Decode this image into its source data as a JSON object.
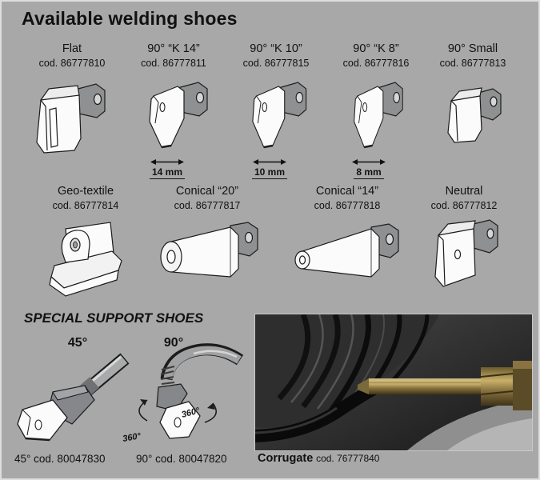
{
  "page": {
    "title": "Available welding shoes",
    "background_color": "#a8a8a8",
    "text_color": "#111111"
  },
  "row1": [
    {
      "name": "Flat",
      "code": "cod. 86777810"
    },
    {
      "name": "90° “K 14”",
      "code": "cod. 86777811",
      "dimension": "14 mm"
    },
    {
      "name": "90° “K 10”",
      "code": "cod. 86777815",
      "dimension": "10 mm"
    },
    {
      "name": "90° “K 8”",
      "code": "cod. 86777816",
      "dimension": "8 mm"
    },
    {
      "name": "90° Small",
      "code": "cod. 86777813"
    }
  ],
  "row2": [
    {
      "name": "Geo-textile",
      "code": "cod. 86777814"
    },
    {
      "name": "Conical “20”",
      "code": "cod. 86777817"
    },
    {
      "name": "Conical “14”",
      "code": "cod. 86777818"
    },
    {
      "name": "Neutral",
      "code": "cod. 86777812"
    }
  ],
  "special": {
    "title": "SPECIAL SUPPORT SHOES",
    "item45": {
      "angle_label": "45°",
      "caption": "45° cod. 80047830"
    },
    "item90": {
      "angle_label": "90°",
      "caption": "90° cod. 80047820",
      "rotation_label": "360°",
      "rotation_label2": "360°"
    },
    "corrugate": {
      "name": "Corrugate",
      "code": "cod. 76777840"
    }
  }
}
